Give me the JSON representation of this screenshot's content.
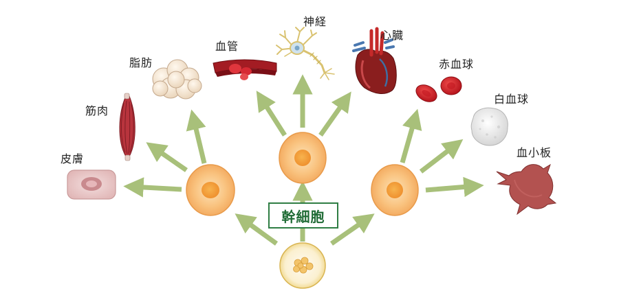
{
  "center_label": "幹細胞",
  "targets": {
    "skin": "皮膚",
    "muscle": "筋肉",
    "fat": "脂肪",
    "blood_vessel": "血管",
    "nerve": "神経",
    "heart": "心臓",
    "red_blood_cell": "赤血球",
    "white_blood_cell": "白血球",
    "platelet": "血小板"
  },
  "colors": {
    "arrow": "#a8c07a",
    "cell_fill": "#f7b96a",
    "cell_nucleus": "#f39a3a",
    "center_box_border": "#2e7d43",
    "center_text": "#1f6b35"
  }
}
